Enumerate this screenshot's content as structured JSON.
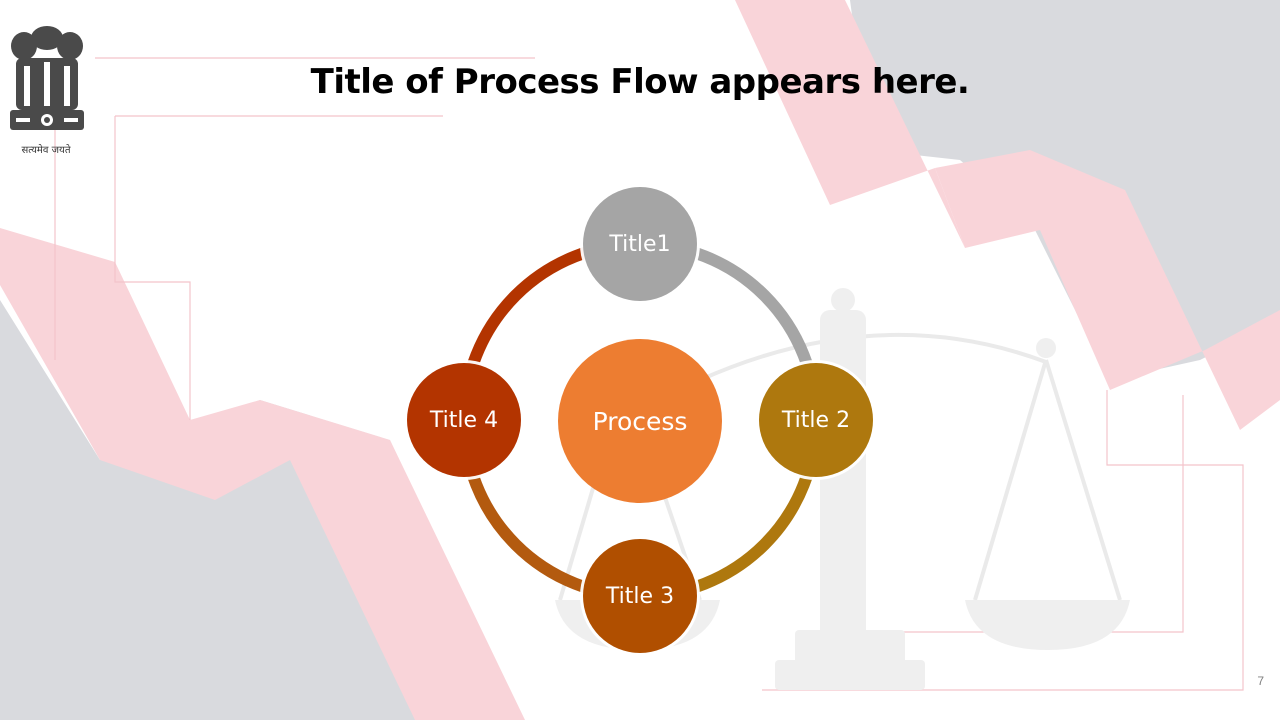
{
  "slide": {
    "title": "Title of Process Flow appears here.",
    "page_number": "7"
  },
  "emblem": {
    "motto": "सत्यमेव जयते"
  },
  "diagram": {
    "center": {
      "label": "Process",
      "color": "#ED7D31"
    },
    "nodes": [
      {
        "label": "Title1",
        "color": "#A5A5A5"
      },
      {
        "label": "Title 2",
        "color": "#AE780E"
      },
      {
        "label": "Title 3",
        "color": "#B04F00"
      },
      {
        "label": "Title 4",
        "color": "#B33400"
      }
    ],
    "arc_colors": [
      "#A5A5A5",
      "#AE780E",
      "#B35A0F",
      "#B33400"
    ]
  },
  "colors": {
    "ribbon_pink": "#F9D4D9",
    "background_gray": "#D9DADE"
  }
}
